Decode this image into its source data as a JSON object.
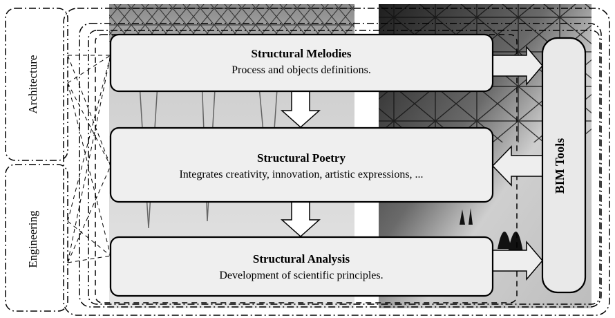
{
  "side_labels": {
    "architecture": "Architecture",
    "engineering": "Engineering"
  },
  "boxes": [
    {
      "title": "Structural Melodies",
      "subtitle": "Process and objects definitions."
    },
    {
      "title": "Structural Poetry",
      "subtitle": "Integrates creativity, innovation, artistic expressions, ..."
    },
    {
      "title": "Structural Analysis",
      "subtitle": "Development of scientific principles."
    }
  ],
  "bim_tools": {
    "label": "BIM Tools"
  },
  "colors": {
    "box_fill": "#efefef",
    "photo_light": "#d8d8d8",
    "photo_dark": "#2a2a2a",
    "stroke": "#000000"
  }
}
